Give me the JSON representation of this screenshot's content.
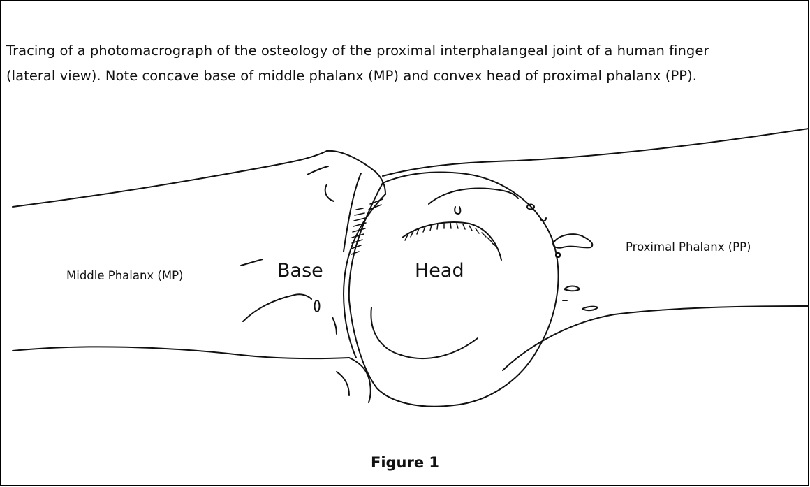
{
  "caption": {
    "line1": "Tracing of a photomacrograph of the osteology of the proximal interphalangeal joint of a human finger",
    "line2": "(lateral view). Note concave base of middle phalanx (MP) and convex head of proximal phalanx (PP)."
  },
  "labels": {
    "middle_phalanx": "Middle Phalanx (MP)",
    "proximal_phalanx": "Proximal Phalanx (PP)",
    "base": "Base",
    "head": "Head"
  },
  "figure_title": "Figure 1"
}
